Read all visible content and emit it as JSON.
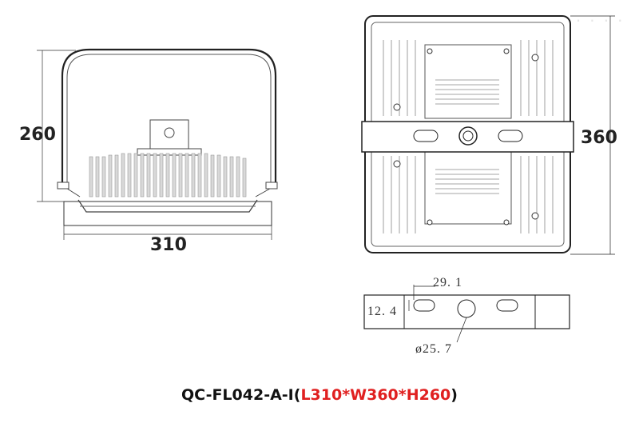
{
  "watermark": "· · · ·",
  "front_view": {
    "height_label": "260",
    "width_label": "310"
  },
  "top_view": {
    "length_label": "360"
  },
  "bracket_detail": {
    "slot_length_label": "29. 1",
    "slot_width_label": "12. 4",
    "hole_diameter_label": "ø25. 7"
  },
  "caption": {
    "model": "QC-FL042-A-I(",
    "dimensions": "L310*W360*H260",
    "close": ")"
  },
  "colors": {
    "line": "#222222",
    "fin": "#cfcfcf",
    "accent_red": "#e02020"
  }
}
